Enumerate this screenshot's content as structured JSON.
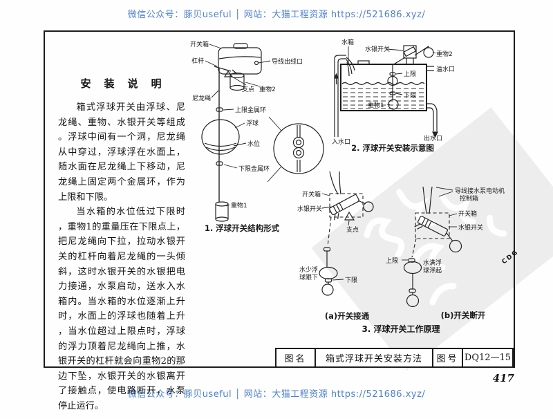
{
  "page": {
    "header_text": "微信公众号：豚贝useful │ 网站：大猫工程资源 https://521686.xyz/",
    "footer_text": "微信公众号：豚贝useful │ 网站：大猫工程资源 https://521686.xyz/",
    "page_number": "417",
    "accent_blue": "#4f81d0",
    "watermark_text": "CDG"
  },
  "instructions": {
    "title": "安　装　说　明",
    "para1": "箱式浮球开关由浮球、尼龙绳、重物、水银开关等组成。浮球中间有一个洞，尼龙绳从中穿过，浮球浮在水面上，随水面在尼龙绳上下移动，尼龙绳上固定两个金属环，作为上限和下限。",
    "para2": "当水箱的水位低过下限时，重物1的重量压在下限点上，把尼龙绳向下拉，拉动水银开关的杠杆向着尼龙绳的一头倾斜，这时水银开关的水银把电力接通，水泵启动，送水入水箱内。当水箱的水位逐渐上升时，水面上的浮球也随着上升，当水位超过上限点时，浮球的浮力顶着尼龙绳向上推，水银开关的杠杆就会向重物2的那边下坠，水银开关的水银离开了接触点，使电路断开，水泵停止运行。"
  },
  "figure1": {
    "caption": "1. 浮球开关结构形式",
    "labels": {
      "switch_box": "开关箱",
      "lever": "杠杆",
      "wire_outlet": "导线出线口",
      "nylon_rope": "尼龙绳",
      "fulcrum": "支点",
      "weight2": "重物2",
      "upper_ring": "上限金属环",
      "float_ball": "浮球",
      "water_level": "水位",
      "lower_ring": "下限金属环",
      "weight1": "重物1"
    }
  },
  "figure2": {
    "caption": "2. 浮球开关安装示意图",
    "labels": {
      "water_tank": "水箱",
      "mercury_switch": "水银开关",
      "weight2": "重物2",
      "upper_limit": "上限",
      "overflow": "溢水口",
      "lower_limit": "下限",
      "weight1": "重物1",
      "inlet": "入水口",
      "outlet": "出水口"
    }
  },
  "figure3": {
    "caption": "3. 浮球开关工作原理",
    "a": {
      "caption": "(a)开关接通",
      "labels": {
        "switch_box": "开关箱",
        "mercury_switch": "水银开关",
        "fulcrum": "支点",
        "state_line1": "水少浮",
        "state_line2": "球跟下",
        "lower_limit": "下限"
      }
    },
    "b": {
      "caption": "(b)开关断开",
      "labels": {
        "wire_line1": "导线接水泵电动机",
        "wire_line2": "控制箱",
        "switch_box": "开关箱",
        "mercury_switch": "水银开关",
        "upper_limit": "上限",
        "state_line1": "水满浮",
        "state_line2": "球浮起"
      }
    }
  },
  "title_block": {
    "name_label": "图名",
    "name_value": "箱式浮球开关安装方法",
    "number_label": "图号",
    "number_value": "DQ12—15"
  }
}
